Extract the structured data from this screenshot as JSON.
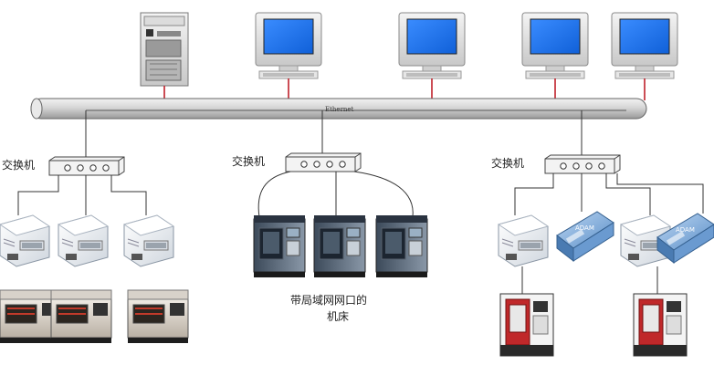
{
  "bus": {
    "label": "Ethernet"
  },
  "switches": [
    {
      "label": "交换机"
    },
    {
      "label": "交换机"
    },
    {
      "label": "交换机"
    }
  ],
  "machine_caption": {
    "line1": "带局域网网口的",
    "line2": "机床"
  }
}
